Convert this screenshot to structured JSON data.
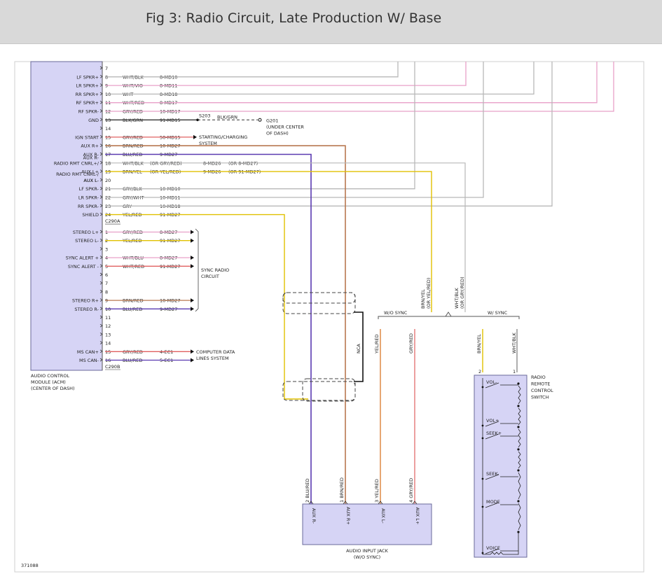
{
  "title": "Fig 3: Radio Circuit, Late Production W/ Base",
  "figure_id": "371088",
  "colors": {
    "module_fill": "#d6d4f5",
    "module_stroke": "#6a6a9a",
    "pink": "#e8a0c8",
    "violet": "#b45ad0",
    "orange": "#e09050",
    "red": "#e06060",
    "gray": "#b8b8b8",
    "yellow": "#e0c000",
    "brown": "#b87850",
    "purple": "#5a3ab0",
    "blue": "#4040b0",
    "black": "#111111"
  },
  "acm": {
    "label_lines": [
      "AUDIO CONTROL",
      "MODULE (ACM)",
      "(CENTER OF DASH)"
    ],
    "connector_a": "C290A",
    "connector_b": "C290B",
    "pins_a": [
      {
        "pin": "7",
        "name": "",
        "wire": "",
        "circuit": "",
        "alt": ""
      },
      {
        "pin": "8",
        "name": "LF SPKR+",
        "wire": "WHT/BLK",
        "circuit": "8-MD10",
        "alt": ""
      },
      {
        "pin": "9",
        "name": "LR SPKR+",
        "wire": "WHT/VIO",
        "circuit": "8-MD11",
        "alt": ""
      },
      {
        "pin": "10",
        "name": "RR SPKR+",
        "wire": "WHT",
        "circuit": "8-MD18",
        "alt": ""
      },
      {
        "pin": "11",
        "name": "RF SPKR+",
        "wire": "WHT/RED",
        "circuit": "8-MD17",
        "alt": ""
      },
      {
        "pin": "12",
        "name": "RF SPKR-",
        "wire": "GRY/RED",
        "circuit": "10-MD17",
        "alt": ""
      },
      {
        "pin": "13",
        "name": "GND",
        "wire": "BLK/GRN",
        "circuit": "91-MD15",
        "alt": ""
      },
      {
        "pin": "14",
        "name": "",
        "wire": "",
        "circuit": "",
        "alt": ""
      },
      {
        "pin": "15",
        "name": "IGN START",
        "wire": "GRY/RED",
        "circuit": "50-MD15",
        "alt": ""
      },
      {
        "pin": "16",
        "name": "AUX R+",
        "wire": "BRN/RED",
        "circuit": "10-MD27",
        "alt": ""
      },
      {
        "pin": "17",
        "name": "AUX R-",
        "wire": "BLU/RED",
        "circuit": "9-MD27",
        "alt": ""
      },
      {
        "pin": "18",
        "name": "RADIO RMT CNRL+/",
        "wire": "WHT/BLK",
        "circuit": "8-MD26",
        "alt_wire": "(OR GRY/RED)",
        "alt": "(OR 8-MD27)"
      },
      {
        "pin": "19",
        "name": "AUX L+",
        "wire": "BRN/YEL",
        "circuit": "9-MD26",
        "alt_wire": "(OR YEL/RED)",
        "alt": "(OR 91-MD27)"
      },
      {
        "pin": "20",
        "name": "AUX L-",
        "wire": "",
        "circuit": "",
        "alt": ""
      },
      {
        "pin": "21",
        "name": "LF SPKR-",
        "wire": "GRY/BLK",
        "circuit": "10-MD10",
        "alt": ""
      },
      {
        "pin": "22",
        "name": "LR SPKR-",
        "wire": "GRY/WHT",
        "circuit": "10-MD11",
        "alt": ""
      },
      {
        "pin": "23",
        "name": "RR SPKR-",
        "wire": "GRY",
        "circuit": "10-MD18",
        "alt": ""
      },
      {
        "pin": "24",
        "name": "SHIELD",
        "wire": "YEL/RED",
        "circuit": "91-MD27",
        "alt": ""
      }
    ],
    "extra_labels": {
      "radio_rmt_neg": "RADIO RMT CNRL-/",
      "aux_l_minus": "AUX L-"
    },
    "pins_b": [
      {
        "pin": "1",
        "name": "STEREO L+",
        "wire": "GRY/RED",
        "circuit": "8-MD27"
      },
      {
        "pin": "2",
        "name": "STEREO L-",
        "wire": "YEL/RED",
        "circuit": "91-MD27"
      },
      {
        "pin": "3",
        "name": "",
        "wire": "",
        "circuit": ""
      },
      {
        "pin": "4",
        "name": "SYNC ALERT +",
        "wire": "WHT/BLU",
        "circuit": "8-MD27"
      },
      {
        "pin": "5",
        "name": "SYNC ALERT -",
        "wire": "WHT/RED",
        "circuit": "91-MD27"
      },
      {
        "pin": "6",
        "name": "",
        "wire": "",
        "circuit": ""
      },
      {
        "pin": "7",
        "name": "",
        "wire": "",
        "circuit": ""
      },
      {
        "pin": "8",
        "name": "",
        "wire": "",
        "circuit": ""
      },
      {
        "pin": "9",
        "name": "STEREO R+",
        "wire": "BRN/RED",
        "circuit": "10-MD27"
      },
      {
        "pin": "10",
        "name": "STEREO R-",
        "wire": "BLU/RED",
        "circuit": "9-MD27"
      },
      {
        "pin": "11",
        "name": "",
        "wire": "",
        "circuit": ""
      },
      {
        "pin": "12",
        "name": "",
        "wire": "",
        "circuit": ""
      },
      {
        "pin": "13",
        "name": "",
        "wire": "",
        "circuit": ""
      },
      {
        "pin": "14",
        "name": "",
        "wire": "",
        "circuit": ""
      },
      {
        "pin": "15",
        "name": "MS CAN+",
        "wire": "GRY/RED",
        "circuit": "4-EC1"
      },
      {
        "pin": "16",
        "name": "MS CAN-",
        "wire": "BLU/RED",
        "circuit": "5-EC1"
      }
    ]
  },
  "splice": {
    "s203": "S203",
    "gnd_wire": "BLK/GRN",
    "g201": "G201",
    "g201_loc": [
      "(UNDER CENTER",
      "OF DASH)"
    ]
  },
  "starting_charging": [
    "STARTING/CHARGING",
    "SYSTEM"
  ],
  "sync_radio": [
    "SYNC RADIO",
    "CIRCUIT"
  ],
  "computer_data": [
    "COMPUTER DATA",
    "LINES SYSTEM"
  ],
  "nca": "NCA",
  "wo_sync": "W/O SYNC",
  "w_sync": "W/ SYNC",
  "vert_labels": {
    "brn_yel_or": "BRN/YEL",
    "brn_yel_or2": "(OR YEL/RED)",
    "wht_blk_or": "WHT/BLK",
    "wht_blk_or2": "(OR GRY/RED)",
    "yel_red": "YEL/RED",
    "gry_red": "GRY/RED",
    "brn_yel": "BRN/YEL",
    "wht_blk": "WHT/BLK",
    "blu_red_pin": "2 BLU/RED",
    "brn_red_pin": "1 BRN/RED",
    "yel_red_pin": "3 YEL/RED",
    "gry_red_pin": "4 GRY/RED"
  },
  "jack": {
    "pins": [
      "AUX R-",
      "AUX R+",
      "AUX L-",
      "AUX L+"
    ],
    "label": [
      "AUDIO INPUT JACK",
      "(W/O SYNC)"
    ]
  },
  "switch": {
    "pin2": "2",
    "pin1": "1",
    "label": [
      "RADIO",
      "REMOTE",
      "CONTROL",
      "SWITCH"
    ],
    "buttons": [
      "VOL-",
      "VOL+",
      "SEEK+",
      "SEEK-",
      "MODE",
      "VOICE"
    ]
  }
}
